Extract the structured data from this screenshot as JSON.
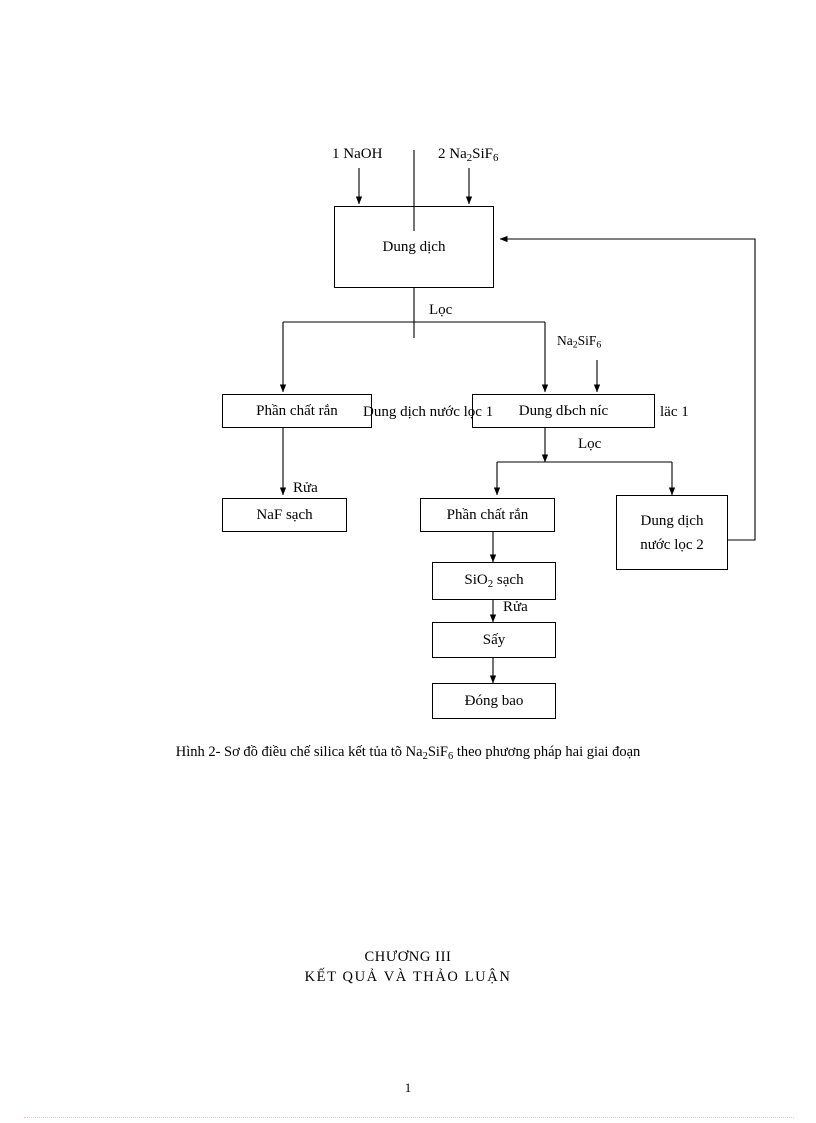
{
  "document": {
    "page_number": "1",
    "caption": {
      "prefix": "Hình 2- Sơ đồ điều chế silica kết tủa tõ Na",
      "sub1": "2",
      "mid": "SiF",
      "sub2": "6",
      "suffix": " theo phương pháp hai giai đoạn",
      "full_text": "Hình 2- Sơ đồ điều chế silica kết tủa tõ Na2SiF6 theo phương pháp hai giai đoạn"
    },
    "chapter": {
      "line1": "CHƯƠNG III",
      "line2": "KẾT QUẢ VÀ THẢO LUẬN"
    }
  },
  "diagram": {
    "title": "Sơ đồ điều chế silica kết tủa",
    "reagents": [
      {
        "id": "naoh",
        "label_prefix": "1 NaOH",
        "label_sub": "",
        "label_suffix": ""
      },
      {
        "id": "na2sif6_top",
        "label_prefix": "2 Na",
        "label_sub": "2",
        "label_mid": "SiF",
        "label_sub2": "6",
        "label_suffix": ""
      },
      {
        "id": "na2sif6_mid",
        "label_prefix": "Na",
        "label_sub": "2",
        "label_mid": "SiF",
        "label_sub2": "6",
        "label_suffix": ""
      }
    ],
    "nodes": [
      {
        "id": "dung-dich",
        "label": "Dung dịch"
      },
      {
        "id": "phan-chat-ran-1",
        "label": "Phần chất rắn"
      },
      {
        "id": "dung-dich-nuoc-loc-1",
        "label": "Dung  dịch nước lọc 1"
      },
      {
        "id": "dung-dich-nuoc-lac-1",
        "label": "Dung  dЬch níc",
        "label_tail": "läc 1"
      },
      {
        "id": "naf-sach",
        "label": "NaF sạch"
      },
      {
        "id": "phan-chat-ran-2",
        "label": "Phần chất rắn"
      },
      {
        "id": "dung-dich-nuoc-loc-2-l1",
        "label": "Dung  dịch"
      },
      {
        "id": "dung-dich-nuoc-loc-2-l2",
        "label": "nước lọc 2"
      },
      {
        "id": "sio2-sach-pre",
        "label": "SiO"
      },
      {
        "id": "sio2-sach-sub",
        "label": "2"
      },
      {
        "id": "sio2-sach-post",
        "label": " sạch"
      },
      {
        "id": "say",
        "label": "Sấy"
      },
      {
        "id": "dong-bao",
        "label": "Đóng bao"
      }
    ],
    "edge_labels": [
      {
        "id": "loc-1",
        "label": "Lọc"
      },
      {
        "id": "loc-2",
        "label": "Lọc"
      },
      {
        "id": "rua-1",
        "label": "Rửa"
      },
      {
        "id": "rua-2",
        "label": "Rửa"
      }
    ]
  }
}
